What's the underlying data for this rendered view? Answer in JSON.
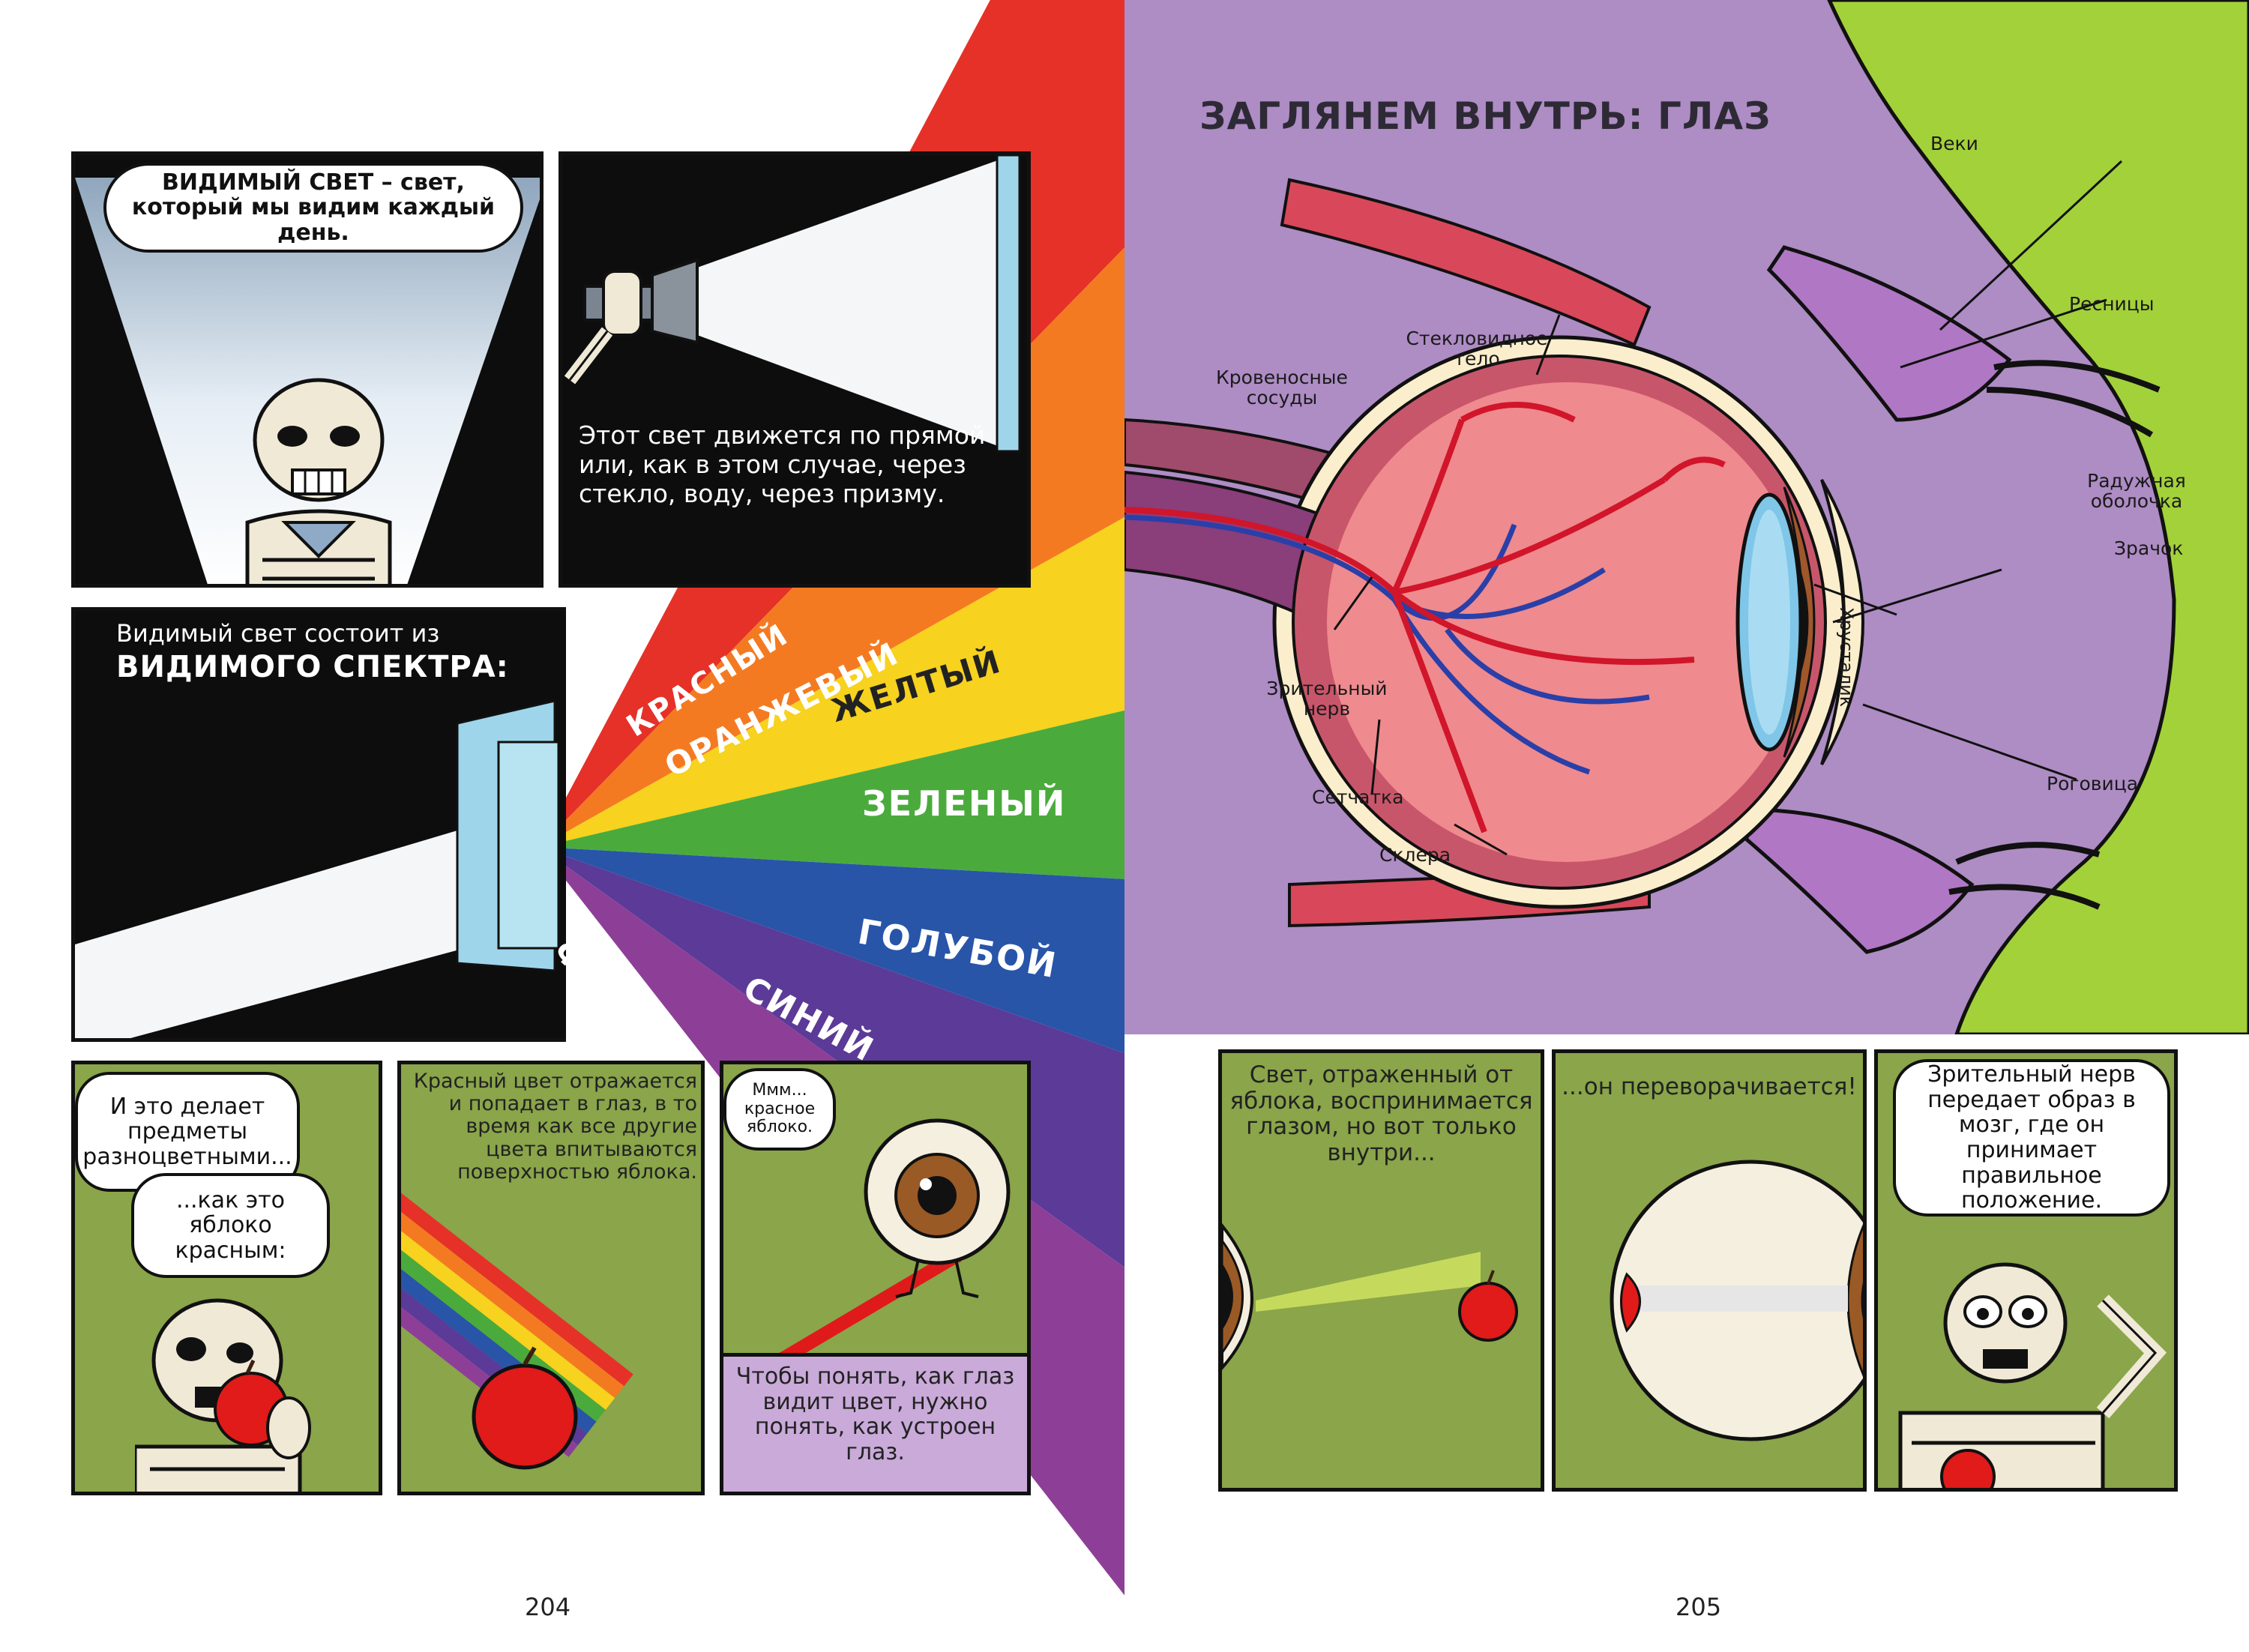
{
  "left_page": {
    "page_number": "204",
    "panel1": {
      "bubble": "ВИДИМЫЙ СВЕТ – свет, который мы видим каждый день."
    },
    "panel2": {
      "caption": "Этот свет движется по прямой или, как в этом случае, через стекло, воду, через призму."
    },
    "panel3": {
      "caption_line1": "Видимый свет состоит из",
      "caption_line2": "ВИДИМОГО СПЕКТРА:"
    },
    "spectrum": [
      {
        "name": "КРАСНЫЙ",
        "color": "#e53128"
      },
      {
        "name": "ОРАНЖЕВЫЙ",
        "color": "#f47a22"
      },
      {
        "name": "ЖЕЛТЫЙ",
        "color": "#f7d21e"
      },
      {
        "name": "ЗЕЛЕНЫЙ",
        "color": "#4aab3c"
      },
      {
        "name": "ГОЛУБОЙ",
        "color": "#2855a8"
      },
      {
        "name": "СИНИЙ",
        "color": "#5b3a98"
      },
      {
        "name": "ФИОЛЕТОВЫЙ",
        "color": "#8d3f98"
      }
    ],
    "panel4": {
      "bubble1": "И это делает предметы разноцветными...",
      "bubble2": "...как это яблоко красным:"
    },
    "panel5": {
      "caption": "Красный цвет отражается и попадает в глаз, в то время как все другие цвета впитываются поверхностью яблока."
    },
    "panel6": {
      "bubble": "Ммм... красное яблоко.",
      "caption": "Чтобы понять, как глаз видит цвет, нужно понять, как устроен глаз."
    }
  },
  "right_page": {
    "page_number": "205",
    "title": "ЗАГЛЯНЕМ ВНУТРЬ: ГЛАЗ",
    "labels": {
      "eyelids": "Веки",
      "eyelashes": "Ресницы",
      "vitreous": "Стекловидное тело",
      "vessels": "Кровеносные сосуды",
      "iris": "Радужная оболочка",
      "pupil": "Зрачок",
      "lens": "Хрусталик",
      "optic_nerve": "Зрительный нерв",
      "retina": "Сетчатка",
      "cornea": "Роговица",
      "sclera": "Склера"
    },
    "panel1": {
      "caption": "Свет, отраженный от яблока, воспринимается глазом, но вот только внутри..."
    },
    "panel2": {
      "caption": "...он переворачивается!"
    },
    "panel3": {
      "bubble": "Зрительный нерв передает образ в мозг, где он принимает правильное положение."
    }
  },
  "colors": {
    "panel_green": "#8aa54a",
    "page_purple": "#ae8cc4",
    "skin_green": "#a3d13a",
    "caption_purple": "#c9aad9"
  }
}
